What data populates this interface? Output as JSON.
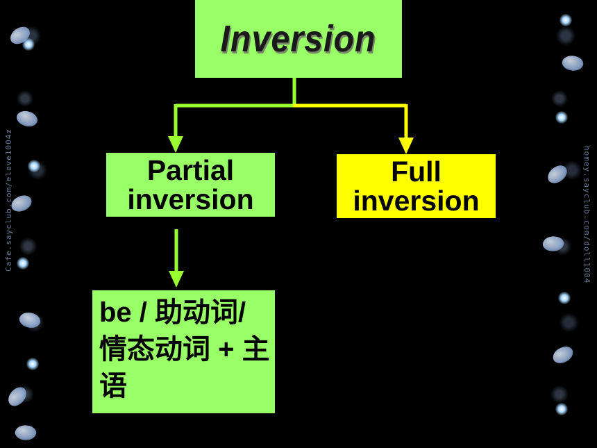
{
  "diagram": {
    "title": "Inversion",
    "branch_left": "Partial inversion",
    "branch_right": "Full inversion",
    "structure": "be / 助动词/ 情态动词 + 主语"
  },
  "decor": {
    "left_watermark": "Cafe.sayclub.com/elove1004z",
    "right_watermark": "homey.sayclub.com/doll1004"
  },
  "colors": {
    "background": "#000000",
    "green_box": "#99ff66",
    "yellow_box": "#ffff00",
    "green_connector": "#99ff33",
    "yellow_connector": "#ffff00"
  }
}
